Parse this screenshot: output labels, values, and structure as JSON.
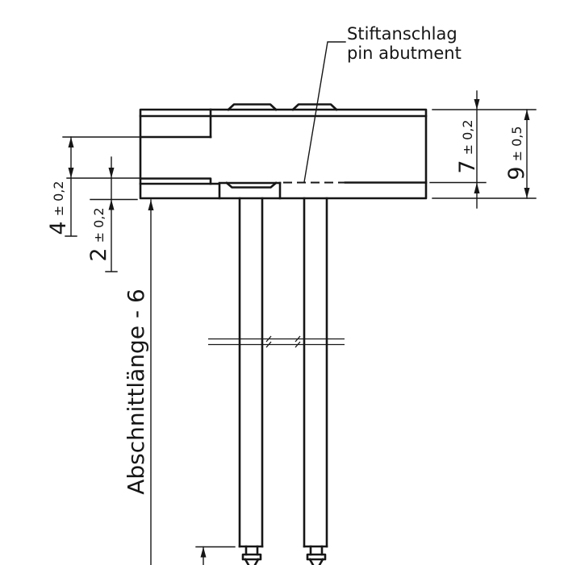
{
  "callout": {
    "line1": "Stiftanschlag",
    "line2": "pin abutment"
  },
  "dimensions": {
    "inner_height": {
      "value": "7",
      "tolerance": "± 0,2"
    },
    "overall_height": {
      "value": "9",
      "tolerance": "± 0,5"
    },
    "notch_height": {
      "value": "4",
      "tolerance": "± 0,2"
    },
    "base_height": {
      "value": "2",
      "tolerance": "± 0,2"
    },
    "cut_length": {
      "label": "Abschnittlänge - 6"
    }
  },
  "colors": {
    "line": "#161616",
    "background": "#ffffff"
  }
}
